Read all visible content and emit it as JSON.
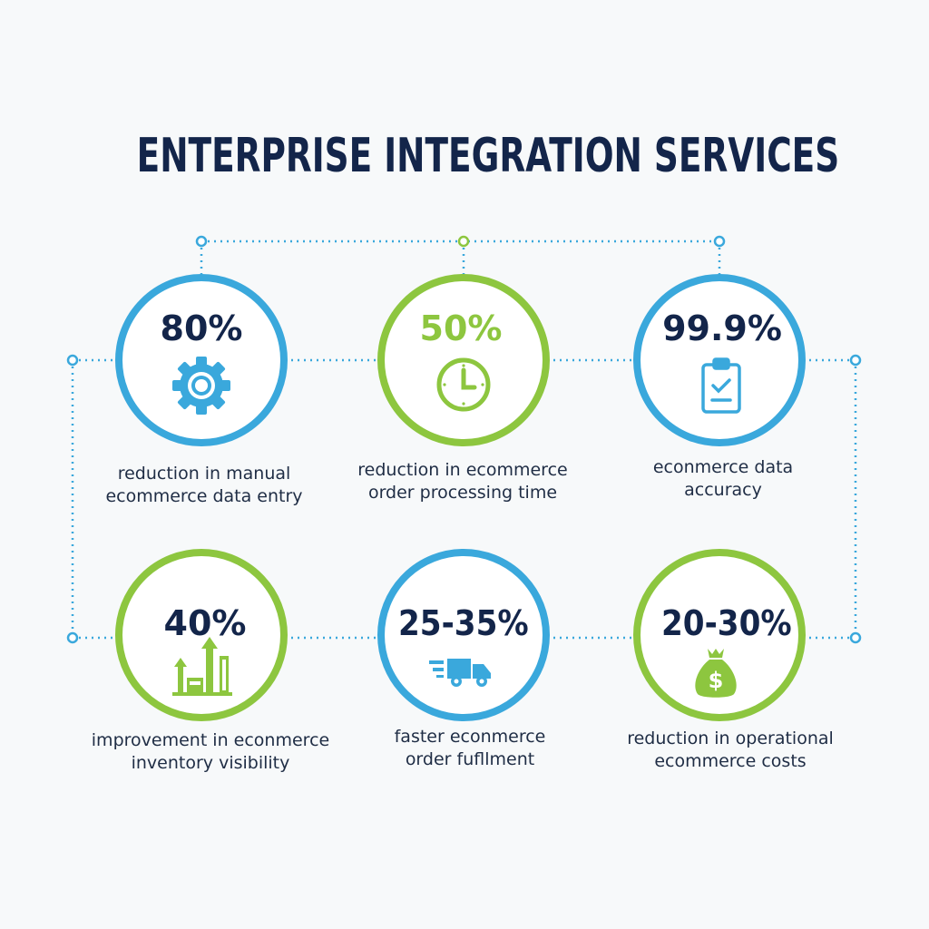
{
  "title": "ENTERPRISE INTEGRATION SERVICES",
  "colors": {
    "blue": "#3aa8dc",
    "green": "#8dc63f",
    "navy": "#13254a"
  },
  "metrics": [
    {
      "value": "80%",
      "caption_line1": "reduction in manual",
      "caption_line2": "ecommerce data entry",
      "icon": "gear-icon",
      "ring": "blue"
    },
    {
      "value": "50%",
      "caption_line1": "reduction in ecommerce",
      "caption_line2": "order processing time",
      "icon": "clock-icon",
      "ring": "green"
    },
    {
      "value": "99.9%",
      "caption_line1": "econmerce data",
      "caption_line2": "accuracy",
      "icon": "clipboard-check-icon",
      "ring": "blue"
    },
    {
      "value": "40%",
      "caption_line1": "improvement in econmerce",
      "caption_line2": "inventory visibility",
      "icon": "growth-chart-icon",
      "ring": "green"
    },
    {
      "value": "25-35%",
      "caption_line1": "faster econmerce",
      "caption_line2": "order fufllment",
      "icon": "delivery-truck-icon",
      "ring": "blue"
    },
    {
      "value": "20-30%",
      "caption_line1": "reduction in operational",
      "caption_line2": "ecommerce costs",
      "icon": "money-bag-icon",
      "ring": "green"
    }
  ]
}
